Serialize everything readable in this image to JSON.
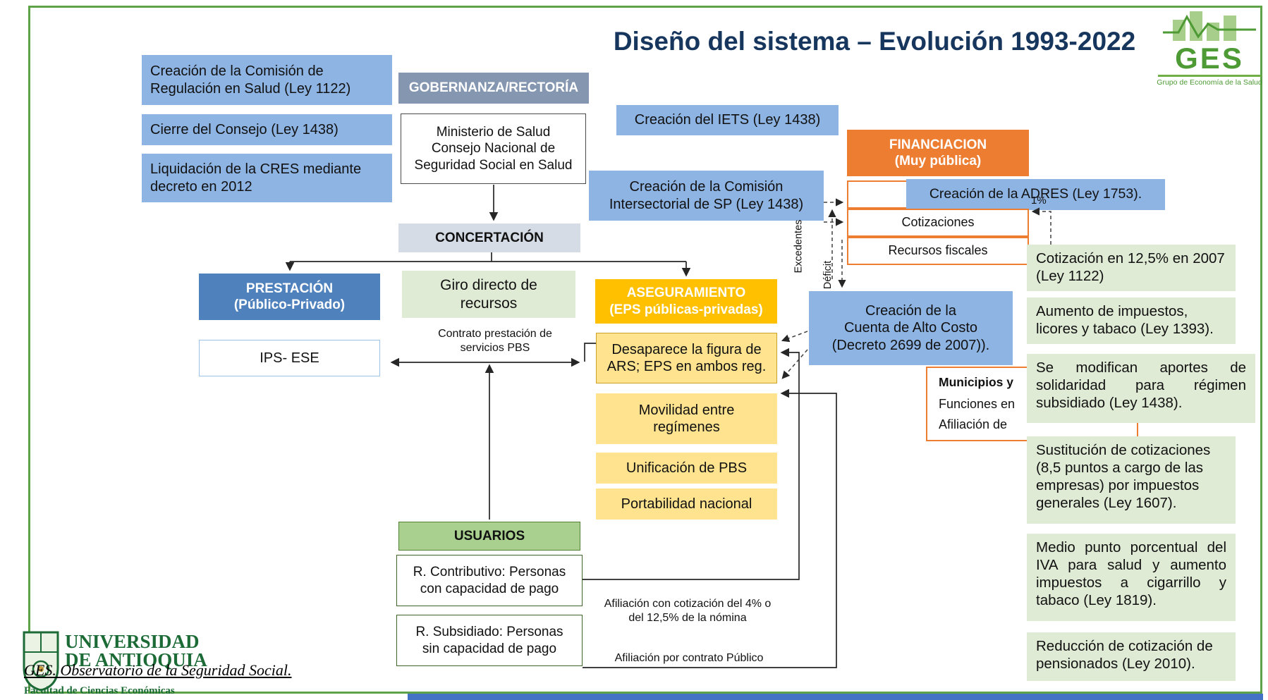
{
  "title": "Diseño del sistema – Evolución 1993-2022",
  "ges_logo": {
    "acronym": "GES",
    "subtitle": "Grupo de Economía de la Salud"
  },
  "udea_logo": {
    "line1": "UNIVERSIDAD",
    "line2": "DE ANTIOQUIA",
    "faculty": "Facultad de Ciencias Económicas"
  },
  "footer_note": "GES. Observatorio de la Seguridad Social.",
  "governance": {
    "header": "GOBERNANZA/RECTORÍA",
    "ministry": "Ministerio de Salud\nConsejo Nacional de\nSeguridad Social en Salud",
    "events": [
      "Creación de la Comisión de Regulación en Salud (Ley 1122)",
      "Cierre  del Consejo (Ley 1438)",
      "Liquidación de la CRES mediante decreto en 2012",
      "Creación del IETS (Ley 1438)",
      "Creación de la Comisión\nIntersectorial de SP (Ley 1438)"
    ]
  },
  "concertacion": "CONCERTACIÓN",
  "financiacion": {
    "header": "FINANCIACION\n(Muy pública)",
    "adres": "Creación de la ADRES (Ley 1753).",
    "sources": [
      "Cotizaciones",
      "Recursos fiscales"
    ],
    "one_percent": "1%",
    "excedentes": "Excedentes",
    "deficit": "Déficit"
  },
  "prestacion": {
    "header": "PRESTACIÓN\n(Público-Privado)",
    "ips": "IPS- ESE",
    "contract_note": "Contrato prestación de\nservicios PBS",
    "giro": "Giro directo de\nrecursos"
  },
  "aseguramiento": {
    "header": "ASEGURAMIENTO\n(EPS públicas-privadas)",
    "items": [
      "Desaparece la figura de\nARS; EPS en ambos reg.",
      "Movilidad entre\nregímenes",
      "Unificación de PBS",
      "Portabilidad nacional"
    ],
    "alto_costo": "Creación de la\nCuenta de Alto Costo\n(Decreto 2699 de 2007)).",
    "municipios": {
      "line1": "Municipios y",
      "line2": "Funciones en",
      "line3": "Afiliación de"
    }
  },
  "reforms": [
    "Cotización en 12,5% en 2007 (Ley 1122)",
    "Aumento de impuestos, licores y tabaco (Ley 1393).",
    "Se modifican aportes de solidaridad para régimen subsidiado (Ley 1438).",
    "Sustitución de cotizaciones (8,5 puntos a cargo de las empresas) por impuestos generales (Ley 1607).",
    "Medio punto porcentual del IVA para salud y aumento impuestos a cigarrillo y tabaco (Ley 1819).",
    "Reducción de cotización de pensionados (Ley 2010)."
  ],
  "usuarios": {
    "header": "USUARIOS",
    "regimes": [
      "R. Contributivo: Personas\ncon capacidad de pago",
      "R. Subsidiado: Personas\nsin capacidad de pago"
    ],
    "note_contributivo": "Afiliación con cotización del 4% o\ndel 12,5% de la nómina",
    "note_subsidiado": "Afiliación por contrato Público"
  },
  "colors": {
    "title_navy": "#17365D",
    "blue_box": "#8EB4E3",
    "dark_blue": "#4F81BD",
    "orange": "#ED7D31",
    "gold": "#FFC000",
    "light_yellow": "#FFE38F",
    "pale_green": "#E0EBD6",
    "medium_green": "#A9D08E",
    "slate": "#8496B0",
    "light_slate": "#D6DCE5",
    "frame_green": "#5EA348",
    "bottom_bar_blue": "#4472C4",
    "ges_green": "#4E9A35",
    "udea_green": "#1C6B36"
  }
}
